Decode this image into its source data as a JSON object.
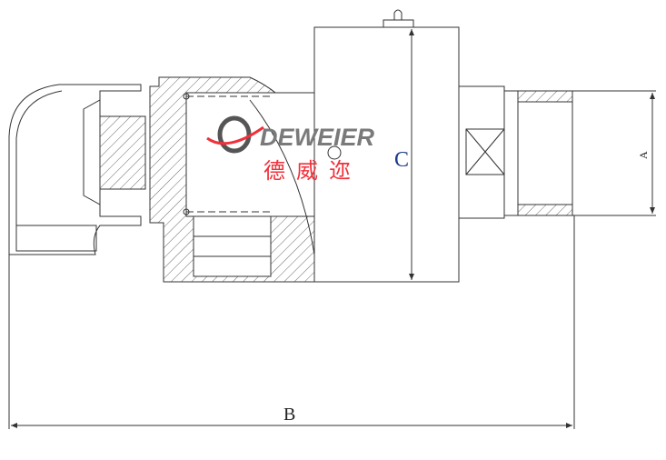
{
  "dimensions": {
    "a": "A",
    "b": "B",
    "c": "C"
  },
  "logo": {
    "name": "DEWEIER",
    "chinese": "德威迩"
  },
  "colors": {
    "line": "#333333",
    "logo_gray": "#7a7a7a",
    "logo_red": "#f0303a",
    "c_label": "#1a3a8a"
  }
}
